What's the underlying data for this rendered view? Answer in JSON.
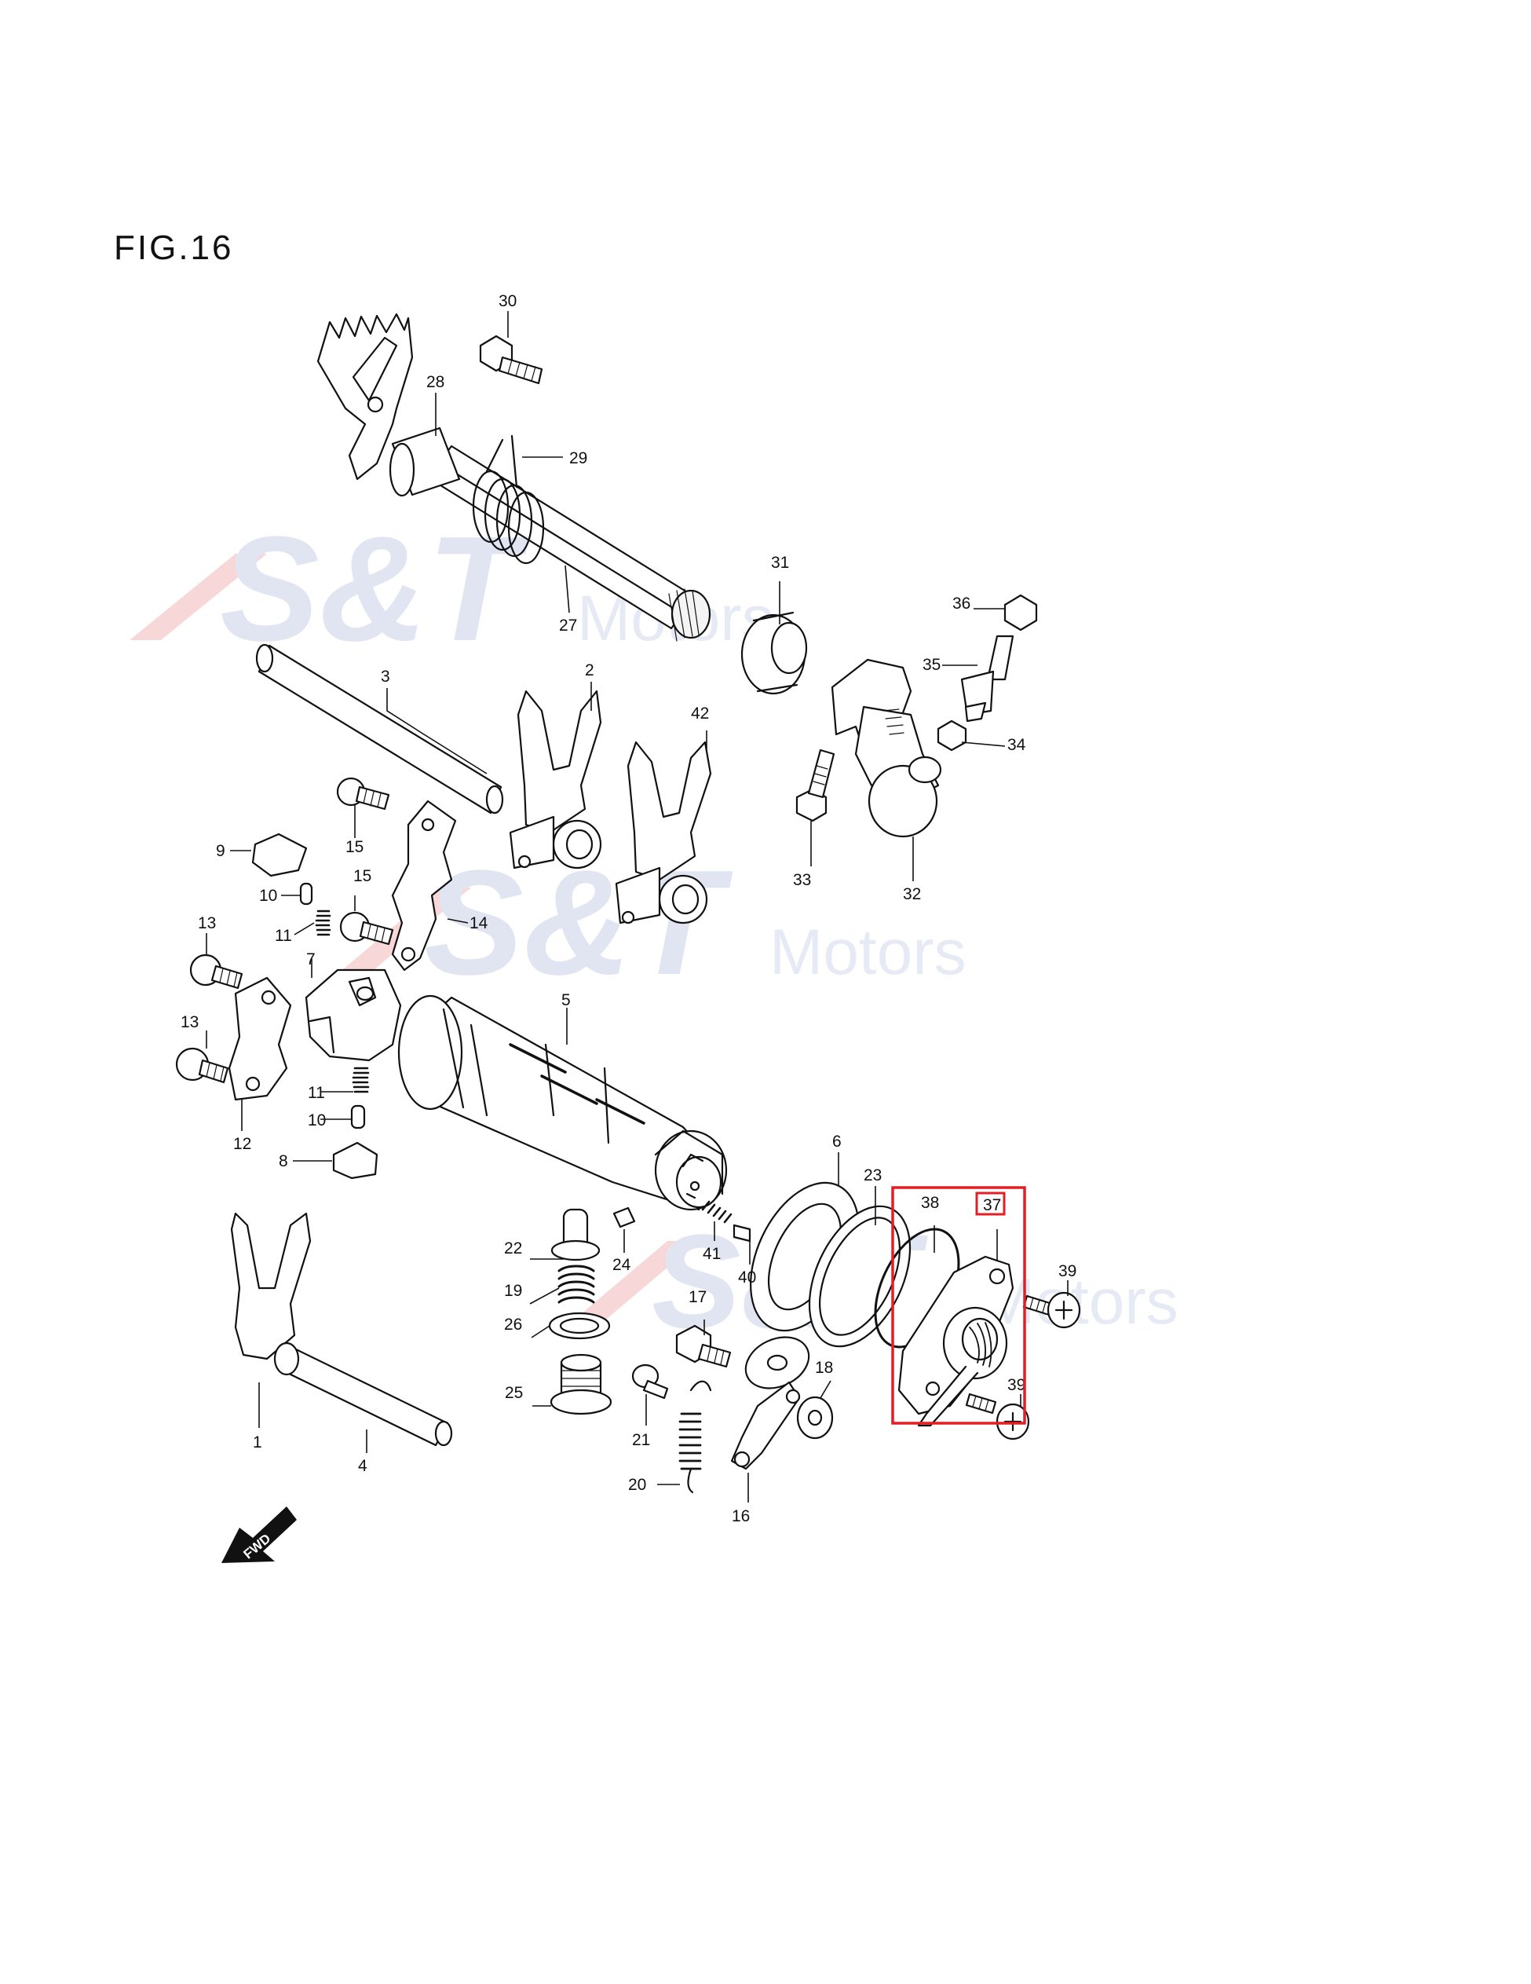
{
  "figure": {
    "title": "FIG.16"
  },
  "watermark": {
    "brand": "S&T",
    "sub": "Motors",
    "accent": "#e3343a",
    "tint": "#c9d0e6"
  },
  "highlight": {
    "part": "37",
    "color": "#e31e24"
  },
  "direction": {
    "label": "FWD"
  },
  "parts": [
    {
      "id": "p1",
      "label": "1"
    },
    {
      "id": "p2",
      "label": "2"
    },
    {
      "id": "p3",
      "label": "3"
    },
    {
      "id": "p4",
      "label": "4"
    },
    {
      "id": "p5",
      "label": "5"
    },
    {
      "id": "p6",
      "label": "6"
    },
    {
      "id": "p7",
      "label": "7"
    },
    {
      "id": "p8",
      "label": "8"
    },
    {
      "id": "p9",
      "label": "9"
    },
    {
      "id": "p10a",
      "label": "10"
    },
    {
      "id": "p10b",
      "label": "10"
    },
    {
      "id": "p11a",
      "label": "11"
    },
    {
      "id": "p11b",
      "label": "11"
    },
    {
      "id": "p12",
      "label": "12"
    },
    {
      "id": "p13a",
      "label": "13"
    },
    {
      "id": "p13b",
      "label": "13"
    },
    {
      "id": "p14",
      "label": "14"
    },
    {
      "id": "p15a",
      "label": "15"
    },
    {
      "id": "p15b",
      "label": "15"
    },
    {
      "id": "p16",
      "label": "16"
    },
    {
      "id": "p17",
      "label": "17"
    },
    {
      "id": "p18",
      "label": "18"
    },
    {
      "id": "p19",
      "label": "19"
    },
    {
      "id": "p20",
      "label": "20"
    },
    {
      "id": "p21",
      "label": "21"
    },
    {
      "id": "p22",
      "label": "22"
    },
    {
      "id": "p23",
      "label": "23"
    },
    {
      "id": "p24",
      "label": "24"
    },
    {
      "id": "p25",
      "label": "25"
    },
    {
      "id": "p26",
      "label": "26"
    },
    {
      "id": "p27",
      "label": "27"
    },
    {
      "id": "p28",
      "label": "28"
    },
    {
      "id": "p29",
      "label": "29"
    },
    {
      "id": "p30",
      "label": "30"
    },
    {
      "id": "p31",
      "label": "31"
    },
    {
      "id": "p32",
      "label": "32"
    },
    {
      "id": "p33",
      "label": "33"
    },
    {
      "id": "p34",
      "label": "34"
    },
    {
      "id": "p35",
      "label": "35"
    },
    {
      "id": "p36",
      "label": "36"
    },
    {
      "id": "p37",
      "label": "37"
    },
    {
      "id": "p38",
      "label": "38"
    },
    {
      "id": "p39a",
      "label": "39"
    },
    {
      "id": "p39b",
      "label": "39"
    },
    {
      "id": "p40",
      "label": "40"
    },
    {
      "id": "p41",
      "label": "41"
    },
    {
      "id": "p42",
      "label": "42"
    }
  ]
}
